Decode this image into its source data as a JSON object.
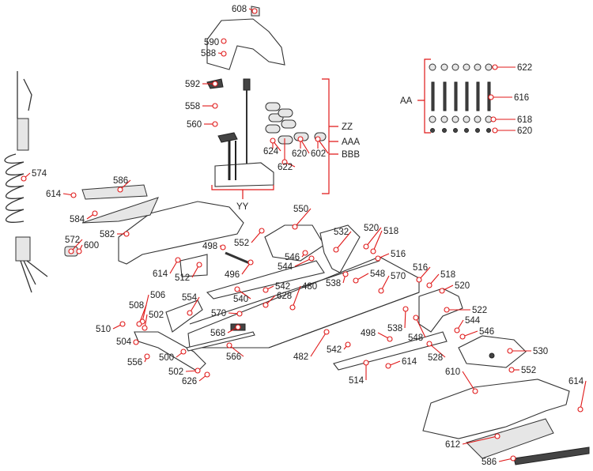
{
  "diagram": {
    "type": "exploded parts diagram",
    "callouts": [
      "608",
      "590",
      "588",
      "592",
      "558",
      "560",
      "574",
      "586",
      "614",
      "584",
      "582",
      "572",
      "600",
      "550",
      "552",
      "498",
      "546",
      "544",
      "532",
      "520",
      "518",
      "516",
      "614",
      "512",
      "496",
      "538",
      "548",
      "570",
      "542",
      "480",
      "540",
      "628",
      "554",
      "516",
      "518",
      "520",
      "506",
      "508",
      "502",
      "522",
      "570",
      "544",
      "546",
      "510",
      "568",
      "538",
      "498",
      "548",
      "504",
      "542",
      "530",
      "566",
      "482",
      "528",
      "556",
      "500",
      "614",
      "502",
      "552",
      "610",
      "626",
      "514",
      "614",
      "612",
      "586",
      "622",
      "616",
      "618",
      "620",
      "624",
      "622",
      "620",
      "602"
    ],
    "groups": {
      "aa": "AA",
      "zz": "ZZ",
      "aaa": "AAA",
      "bbb": "BBB",
      "yy": "YY"
    },
    "accent_color": "#e01818"
  }
}
